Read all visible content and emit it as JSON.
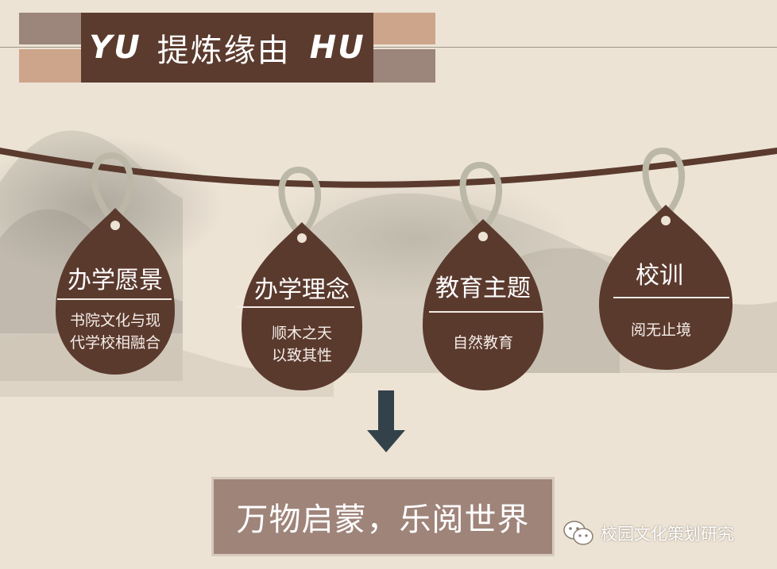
{
  "header": {
    "prefix": "YU",
    "title": "提炼缘由",
    "suffix": "HU"
  },
  "tags": [
    {
      "title": "办学愿景",
      "lines": [
        "书院文化与现",
        "代学校相融合"
      ]
    },
    {
      "title": "办学理念",
      "lines": [
        "顺木之天",
        "以致其性"
      ]
    },
    {
      "title": "教育主题",
      "lines": [
        "自然教育"
      ]
    },
    {
      "title": "校训",
      "lines": [
        "阅无止境"
      ]
    }
  ],
  "slogan": "万物启蒙，乐阅世界",
  "watermark": {
    "icon": "wechat-icon",
    "text": "校园文化策划研究"
  },
  "colors": {
    "background": "#ece3d5",
    "brown": "#5b3b2e",
    "tag": "#5b3a2e",
    "loop": "#bcb8a8",
    "slogan_box": "#9f847a",
    "arrow": "#33424a"
  }
}
